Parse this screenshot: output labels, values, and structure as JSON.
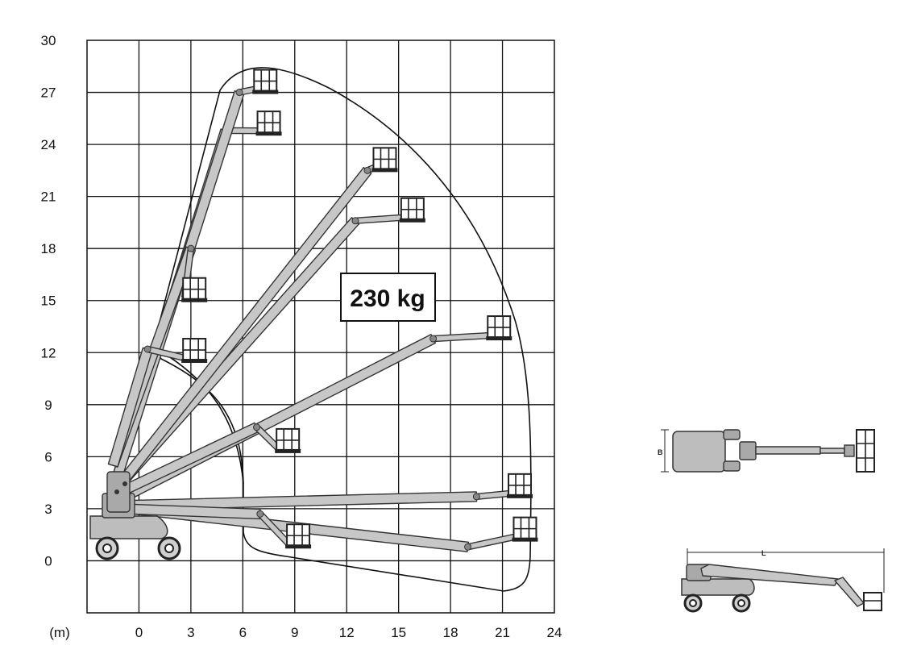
{
  "chart_data": {
    "type": "diagram",
    "unit_label": "(m)",
    "x_ticks": [
      "0",
      "3",
      "6",
      "9",
      "12",
      "15",
      "18",
      "21",
      "24"
    ],
    "y_ticks": [
      "30",
      "27",
      "24",
      "21",
      "18",
      "15",
      "12",
      "9",
      "6",
      "3",
      "0"
    ],
    "xlim": [
      -3,
      24
    ],
    "ylim": [
      -3,
      30
    ],
    "capacity_label": "230 kg",
    "envelope_outer": [
      [
        6,
        27
      ],
      [
        7.5,
        28.4
      ],
      [
        11,
        27.2
      ],
      [
        15,
        24.5
      ],
      [
        19,
        19
      ],
      [
        21.5,
        13
      ],
      [
        22.8,
        7
      ],
      [
        23.2,
        0
      ],
      [
        22.5,
        -1.5
      ],
      [
        21,
        -1.8
      ],
      [
        10,
        -1
      ],
      [
        7,
        -0.5
      ],
      [
        6.2,
        0
      ],
      [
        6.3,
        2.5
      ]
    ],
    "boom_positions": [
      {
        "base": [
          -1.2,
          5
        ],
        "knuckle": [
          5,
          24.8
        ],
        "basket": [
          7.5,
          24.6
        ]
      },
      {
        "base": [
          -1.2,
          5
        ],
        "knuckle": [
          5.8,
          27
        ],
        "basket": [
          7.3,
          27
        ]
      },
      {
        "base": [
          -1,
          4.5
        ],
        "knuckle": [
          12.5,
          19.6
        ],
        "basket": [
          15.8,
          19.6
        ]
      },
      {
        "base": [
          -1,
          4.5
        ],
        "knuckle": [
          13.2,
          22.5
        ],
        "basket": [
          14.2,
          22.5
        ]
      },
      {
        "base": [
          -1,
          3.6
        ],
        "knuckle": [
          17,
          12.8
        ],
        "basket": [
          20.8,
          12.8
        ]
      },
      {
        "base": [
          -0.5,
          3.2
        ],
        "knuckle": [
          19.5,
          3.7
        ],
        "basket": [
          22,
          3.7
        ]
      },
      {
        "base": [
          -0.5,
          3
        ],
        "knuckle": [
          19,
          0.8
        ],
        "basket": [
          22.3,
          1.2
        ]
      },
      {
        "base": [
          -1,
          3
        ],
        "knuckle": [
          7,
          2.7
        ],
        "basket": [
          9.2,
          0.8
        ]
      },
      {
        "base": [
          -1,
          4
        ],
        "knuckle": [
          6.8,
          7.7
        ],
        "basket": [
          8.6,
          6.3
        ]
      },
      {
        "base": [
          -1.5,
          5.5
        ],
        "knuckle": [
          3,
          18
        ],
        "basket": [
          3.2,
          15
        ]
      },
      {
        "base": [
          -1.5,
          5.5
        ],
        "knuckle": [
          0.5,
          12.2
        ],
        "basket": [
          3.2,
          11.5
        ]
      }
    ]
  },
  "side_views": {
    "top_view_dim": "B",
    "side_view_dim": "L"
  }
}
